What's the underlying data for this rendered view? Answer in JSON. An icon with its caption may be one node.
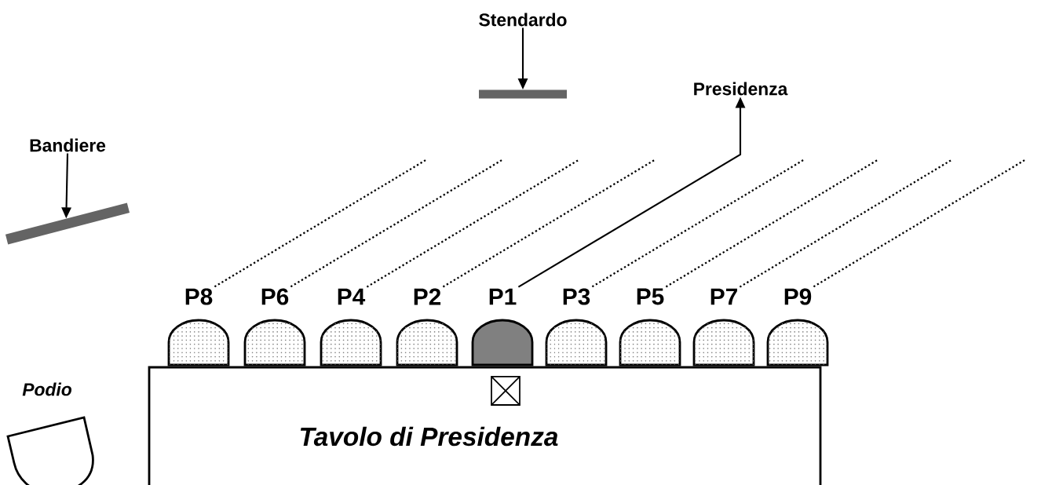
{
  "diagram": {
    "nodes": [
      {
        "text": [
          "Stendardo"
        ]
      },
      {
        "text": [],
        "shape": "bar"
      },
      {
        "text": [
          "Presidenza"
        ]
      },
      {
        "text": [
          "Bandiere"
        ]
      },
      {
        "text": [],
        "shape": "bar"
      },
      {
        "text": [
          "P8"
        ]
      },
      {
        "text": [
          "P6"
        ]
      },
      {
        "text": [
          "P4"
        ]
      },
      {
        "text": [
          "P2"
        ]
      },
      {
        "text": [
          "P1"
        ]
      },
      {
        "text": [
          "P3"
        ]
      },
      {
        "text": [
          "P5"
        ]
      },
      {
        "text": [
          "P7"
        ]
      },
      {
        "text": [
          "P9"
        ]
      },
      {
        "text": [
          "Podio"
        ]
      },
      {
        "text": [
          "Tavolo di Presidenza"
        ]
      }
    ],
    "edges": [
      {
        "from": 0,
        "to": 1,
        "arrow": "to"
      },
      {
        "from": 3,
        "to": 4,
        "arrow": "to"
      },
      {
        "from": 9,
        "to": 2,
        "arrow": "to"
      },
      {
        "from": 5,
        "to": null,
        "arrow": "none",
        "style": "dashed"
      },
      {
        "from": 6,
        "to": null,
        "arrow": "none",
        "style": "dashed"
      },
      {
        "from": 7,
        "to": null,
        "arrow": "none",
        "style": "dashed"
      },
      {
        "from": 8,
        "to": null,
        "arrow": "none",
        "style": "dashed"
      },
      {
        "from": 10,
        "to": null,
        "arrow": "none",
        "style": "dashed"
      },
      {
        "from": 11,
        "to": null,
        "arrow": "none",
        "style": "dashed"
      },
      {
        "from": 12,
        "to": null,
        "arrow": "none",
        "style": "dashed"
      },
      {
        "from": 13,
        "to": null,
        "arrow": "none",
        "style": "dashed"
      }
    ]
  }
}
